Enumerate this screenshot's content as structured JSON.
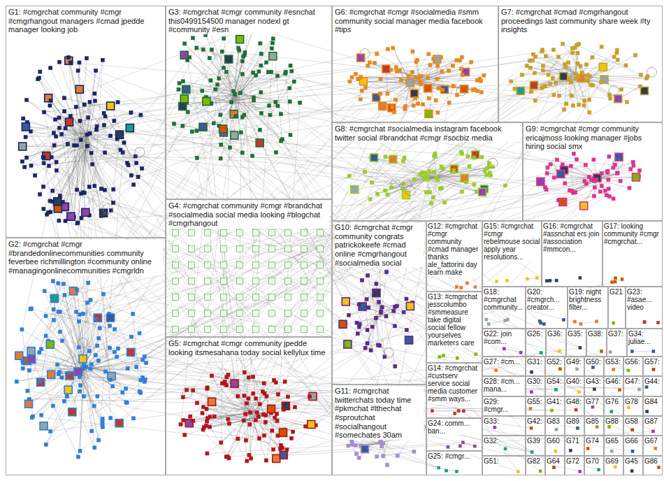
{
  "diagram": {
    "nodes": [
      {
        "text": [
          "G1: #cmgrchat community #cmgr #cmgrhangout managers #cmad jpedde manager looking job"
        ]
      },
      {
        "text": [
          "G3: #cmgrchat #cmgr community #esnchat this0499154500 manager nodexl gt #community #esn"
        ]
      },
      {
        "text": [
          "G6: #cmgrchat #cmgr #socialmedia #smm community social manager media facebook #tips"
        ]
      },
      {
        "text": [
          "G7: #cmgrchat #cmad #cmgrhangout proceedings last community share week #ty insights"
        ]
      },
      {
        "text": [
          "G4: #cmgrchat community #cmgr #brandchat #socialmedia social media looking #blogchat #cmgrhangout"
        ]
      },
      {
        "text": [
          "G8: #cmgrchat #socialmedia instagram facebook twitter social #brandchat #cmgr #socbiz media"
        ]
      },
      {
        "text": [
          "G9: #cmgrchat #cmgr community ericajmoss looking manager #jobs hiring social smx"
        ]
      },
      {
        "text": [
          "G2: #cmgrchat #cmgr #brandedonlinecommunities community feverbee richmillington #community online #managingonlinecommunities #cmgrldn"
        ]
      },
      {
        "text": [
          "G5: #cmgrchat #cmgr community jpedde looking itsmesahana today social kellylux time"
        ]
      },
      {
        "text": [
          "G10: #cmgrchat #cmgr community congrats patrickokeefe #cmad online #cmgrhangout #socialmedia social"
        ]
      },
      {
        "text": [
          "G11: #cmgrchat twitterchats today time #pkmchat #lthechat #sproutchat #socialhangout #somechates 30am"
        ]
      },
      {
        "text": [
          "G12: #cmgrchat #cmgr community #cmad manager thanks ale_fattorini day learn make"
        ]
      },
      {
        "text": [
          "G13: #cmgrchat jesscolumbo #smmeasure take digital social fellow yourselves marketers care"
        ]
      },
      {
        "text": [
          "G14: #cmgrchat #custserv service social media customer #smm ways..."
        ]
      },
      {
        "text": [
          "G24: comm... ban..."
        ]
      },
      {
        "text": [
          "G25: #cmgr..."
        ]
      },
      {
        "text": [
          "G15: #cmgrchat #cmgr rebelmouse social apply year resolutions..."
        ]
      },
      {
        "text": [
          "G16: #cmgrchat #assnchat ers join #association #mmcon..."
        ]
      },
      {
        "text": [
          "G17: looking community #cmgr #cmgrchat..."
        ]
      },
      {
        "text": [
          "G18: #cmgrchat community..."
        ]
      },
      {
        "text": [
          "G20: #cmgrch... creator..."
        ]
      },
      {
        "text": [
          "G19: night brightness filter..."
        ]
      },
      {
        "text": [
          "G21"
        ]
      },
      {
        "text": [
          "G23: #asae... video"
        ]
      },
      {
        "text": [
          "G22: join #com..."
        ]
      },
      {
        "text": [
          "G26:"
        ]
      },
      {
        "text": [
          "G36:"
        ]
      },
      {
        "text": [
          "G35:"
        ]
      },
      {
        "text": [
          "G38:"
        ]
      },
      {
        "text": [
          "G37:"
        ]
      },
      {
        "text": [
          "G34: juliae..."
        ]
      },
      {
        "text": [
          "G27: #cm..."
        ]
      },
      {
        "text": [
          "G28: #cm... mana..."
        ]
      },
      {
        "text": [
          "G29: #cmgr..."
        ]
      },
      {
        "text": [
          "G33:"
        ]
      },
      {
        "text": [
          "G32:"
        ]
      },
      {
        "text": [
          "G51:"
        ]
      },
      {
        "text": [
          "G31:"
        ]
      },
      {
        "text": [
          "G52:"
        ]
      },
      {
        "text": [
          "G49:"
        ]
      },
      {
        "text": [
          "G50:"
        ]
      },
      {
        "text": [
          "G53:"
        ]
      },
      {
        "text": [
          "G56:"
        ]
      },
      {
        "text": [
          "G57:"
        ]
      },
      {
        "text": [
          "G30:"
        ]
      },
      {
        "text": [
          "G54:"
        ]
      },
      {
        "text": [
          "G40:"
        ]
      },
      {
        "text": [
          "G43:"
        ]
      },
      {
        "text": [
          "G46:"
        ]
      },
      {
        "text": [
          "G47:"
        ]
      },
      {
        "text": [
          "G44:"
        ]
      },
      {
        "text": [
          "G55:"
        ]
      },
      {
        "text": [
          "G41:"
        ]
      },
      {
        "text": [
          "G48:"
        ]
      },
      {
        "text": [
          "G77"
        ]
      },
      {
        "text": [
          "G76"
        ]
      },
      {
        "text": [
          "G78"
        ]
      },
      {
        "text": [
          "G84"
        ]
      },
      {
        "text": [
          "G42:"
        ]
      },
      {
        "text": [
          "G83"
        ]
      },
      {
        "text": [
          "G89"
        ]
      },
      {
        "text": [
          "G85"
        ]
      },
      {
        "text": [
          "G88"
        ]
      },
      {
        "text": [
          "G58"
        ]
      },
      {
        "text": [
          "G87"
        ]
      },
      {
        "text": [
          "G39"
        ]
      },
      {
        "text": [
          "G60"
        ]
      },
      {
        "text": [
          "G71"
        ]
      },
      {
        "text": [
          "G74"
        ]
      },
      {
        "text": [
          "G65"
        ]
      },
      {
        "text": [
          "G66"
        ]
      },
      {
        "text": [
          "G67"
        ]
      },
      {
        "text": [
          "G82"
        ]
      },
      {
        "text": [
          "G64"
        ]
      },
      {
        "text": [
          "G72"
        ]
      },
      {
        "text": [
          "G70"
        ]
      },
      {
        "text": [
          "G69"
        ]
      },
      {
        "text": [
          "G45"
        ]
      },
      {
        "text": [
          "G86"
        ]
      }
    ]
  }
}
